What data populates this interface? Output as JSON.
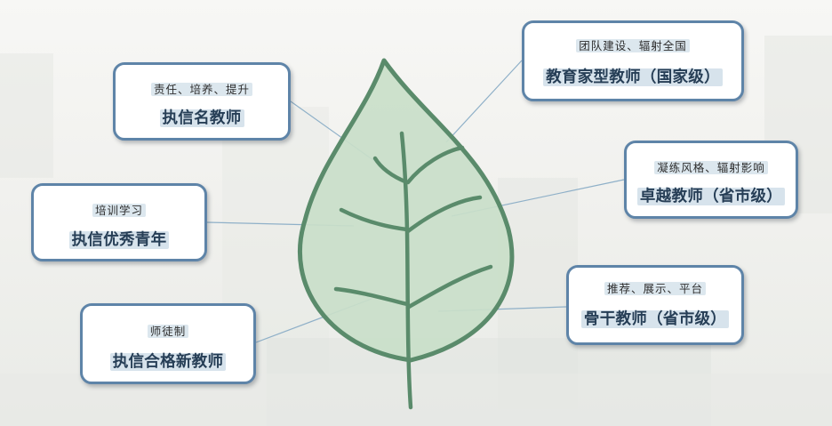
{
  "colors": {
    "leaf_fill": "#c9dec9",
    "leaf_stroke": "#5a8b6b",
    "card_border": "#5e84a8",
    "title_text": "#263e56",
    "text_highlight": "#dce7ee",
    "connector": "#8fb0c8"
  },
  "left_cards": [
    {
      "subtitle": "责任、培养、提升",
      "title": "执信名教师"
    },
    {
      "subtitle": "培训学习",
      "title": "执信优秀青年"
    },
    {
      "subtitle": "师徒制",
      "title": "执信合格新教师"
    }
  ],
  "right_cards": [
    {
      "subtitle": "团队建设、辐射全国",
      "title": "教育家型教师（国家级）"
    },
    {
      "subtitle": "凝练风格、辐射影响",
      "title": "卓越教师（省市级）"
    },
    {
      "subtitle": "推荐、展示、平台",
      "title": "骨干教师（省市级）"
    }
  ]
}
